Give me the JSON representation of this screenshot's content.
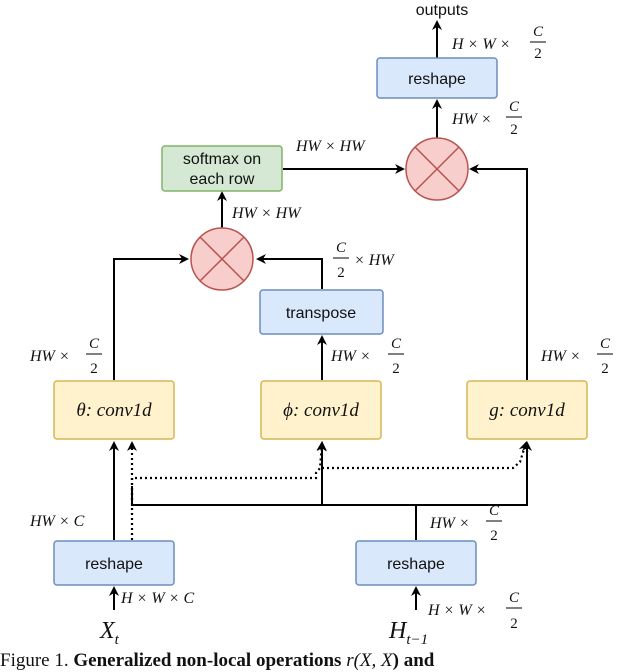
{
  "boxes": {
    "softmax_line1": "softmax on",
    "softmax_line2": "each row",
    "reshape_out": "reshape",
    "transpose": "transpose",
    "theta_sym": "θ",
    "phi_sym": "ϕ",
    "g_sym": "g",
    "conv_text": ": conv1d",
    "reshape_x": "reshape",
    "reshape_h": "reshape"
  },
  "labels": {
    "outputs": "outputs",
    "hw_x_hw": "HW × HW",
    "hw_x": "HW ×",
    "hwc_x": "H × W ×",
    "h_w_c": "H × W × C",
    "hw_x_c": "HW × C",
    "c": "C",
    "two": "2",
    "x_hw": "× HW",
    "x_t": "X",
    "x_t_sub": "t",
    "h_t": "H",
    "h_t_sub": "t−1"
  },
  "caption": {
    "prefix": "Figure 1.",
    "bold": "Generalized non-local operations",
    "tail": "r(X",
    "tail2": ", X",
    "tail3": ") and"
  },
  "colors": {
    "blue_fill": "#dae8fc",
    "blue_stroke": "#6c8ebf",
    "yellow_fill": "#fff2cc",
    "yellow_stroke": "#d6b656",
    "green_fill": "#d5e8d4",
    "green_stroke": "#82b366",
    "red_fill": "#f8cecc",
    "red_stroke": "#b85450"
  }
}
